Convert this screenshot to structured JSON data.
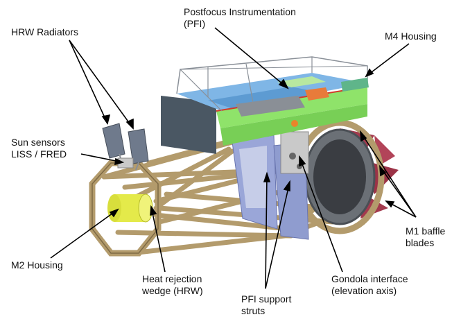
{
  "labels": {
    "hrw_radiators": "HRW Radiators",
    "postfocus": "Postfocus Instrumentation\n(PFI)",
    "m4_housing": "M4 Housing",
    "sun_sensors": "Sun sensors\nLISS / FRED",
    "m2_housing": "M2 Housing",
    "heat_rejection": "Heat rejection\nwedge (HRW)",
    "pfi_struts": "PFI support\nstruts",
    "gondola": "Gondola interface\n(elevation axis)",
    "m1_baffle": "M1 baffle\nblades"
  },
  "colors": {
    "strut": "#b39b6c",
    "strut_dark": "#7e6a45",
    "pfi_body": "#8fe36a",
    "pfi_panel": "#7fb6e6",
    "baffle": "#a33a4e",
    "m2": "#e4ea4a",
    "support": "#9aa6d8",
    "radiator": "#6f7a8c"
  }
}
